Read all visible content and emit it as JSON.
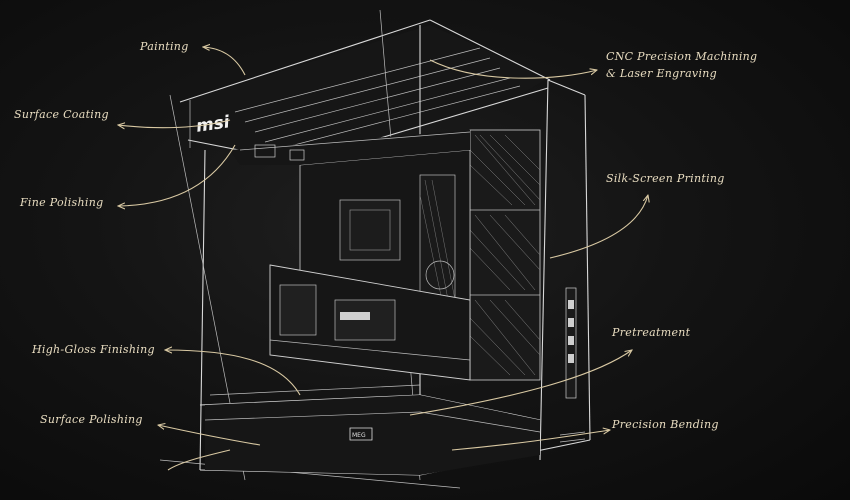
{
  "brand": {
    "logo": "msi",
    "badge": "MEG"
  },
  "callouts": {
    "painting": "Painting",
    "surface_coating": "Surface Coating",
    "fine_polishing": "Fine Polishing",
    "high_gloss": "High-Gloss Finishing",
    "surface_polishing": "Surface Polishing",
    "cnc_line1": "CNC Precision Machining",
    "cnc_line2": "& Laser Engraving",
    "silk_screen": "Silk-Screen Printing",
    "pretreatment": "Pretreatment",
    "precision_bending": "Precision Bending"
  },
  "colors": {
    "background": "#111111",
    "label": "#e8dcc0",
    "sketch": "#d8d8d8"
  }
}
